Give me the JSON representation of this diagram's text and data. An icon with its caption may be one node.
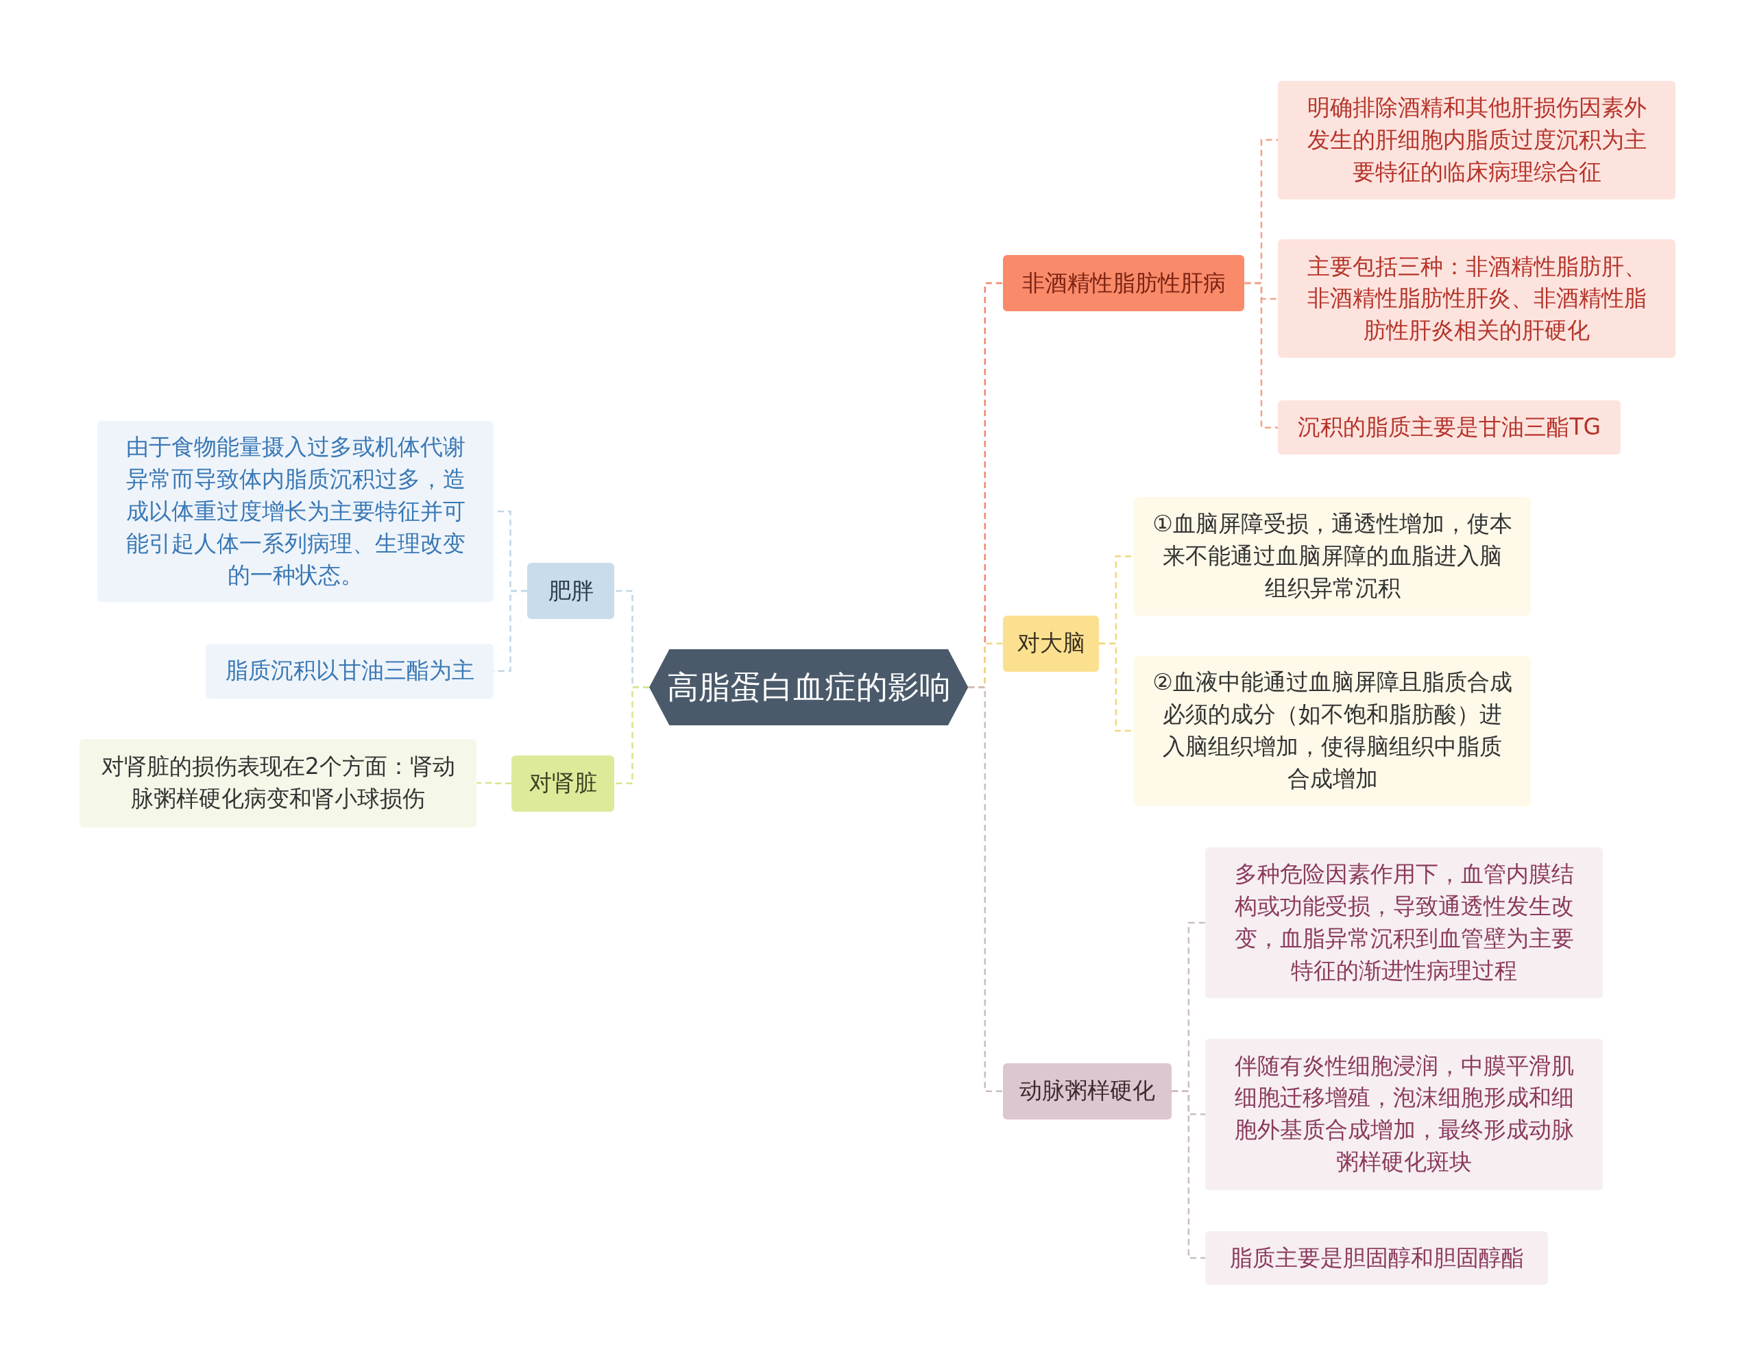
{
  "diagram": {
    "nodes": [
      {
        "text": [
          "高脂蛋白血症的影响"
        ]
      },
      {
        "text": [
          "非酒精性脂肪性肝病"
        ]
      },
      {
        "text": [
          "明确排除酒精和其他肝损伤因素外发生的肝细胞内脂质过度沉积为主要特征的临床病理综合征"
        ]
      },
      {
        "text": [
          "主要包括三种：非酒精性脂肪肝、非酒精性脂肪性肝炎、非酒精性脂肪性肝炎相关的肝硬化"
        ]
      },
      {
        "text": [
          "沉积的脂质主要是甘油三酯TG"
        ]
      },
      {
        "text": [
          "对大脑"
        ]
      },
      {
        "text": [
          "①血脑屏障受损，通透性增加，使本来不能通过血脑屏障的血脂进入脑组织异常沉积"
        ]
      },
      {
        "text": [
          "②血液中能通过血脑屏障且脂质合成必须的成分（如不饱和脂肪酸）进入脑组织增加，使得脑组织中脂质合成增加"
        ]
      },
      {
        "text": [
          "动脉粥样硬化"
        ]
      },
      {
        "text": [
          "多种危险因素作用下，血管内膜结构或功能受损，导致通透性发生改变，血脂异常沉积到血管壁为主要特征的渐进性病理过程"
        ]
      },
      {
        "text": [
          "伴随有炎性细胞浸润，中膜平滑肌细胞迁移增殖，泡沫细胞形成和细胞外基质合成增加，最终形成动脉粥样硬化斑块"
        ]
      },
      {
        "text": [
          "脂质主要是胆固醇和胆固醇酯"
        ]
      },
      {
        "text": [
          "肥胖"
        ]
      },
      {
        "text": [
          "由于食物能量摄入过多或机体代谢异常而导致体内脂质沉积过多，造成以体重过度增长为主要特征并可能引起人体一系列病理、生理改变的一种状态。"
        ]
      },
      {
        "text": [
          "脂质沉积以甘油三酯为主"
        ]
      },
      {
        "text": [
          "对肾脏"
        ]
      },
      {
        "text": [
          "对肾脏的损伤表现在2个方面：肾动脉粥样硬化病变和肾小球损伤"
        ]
      }
    ],
    "edges": [
      {
        "from": 0,
        "to": 1,
        "arrow": "none",
        "color": "#f4866a"
      },
      {
        "from": 1,
        "to": 2,
        "arrow": "none",
        "color": "#f4a08a"
      },
      {
        "from": 1,
        "to": 3,
        "arrow": "none",
        "color": "#f4a08a"
      },
      {
        "from": 1,
        "to": 4,
        "arrow": "none",
        "color": "#f4a08a"
      },
      {
        "from": 0,
        "to": 5,
        "arrow": "none",
        "color": "#f2d77a"
      },
      {
        "from": 5,
        "to": 6,
        "arrow": "none",
        "color": "#f2d77a"
      },
      {
        "from": 5,
        "to": 7,
        "arrow": "none",
        "color": "#f2d77a"
      },
      {
        "from": 0,
        "to": 8,
        "arrow": "none",
        "color": "#cdbcc4"
      },
      {
        "from": 8,
        "to": 9,
        "arrow": "none",
        "color": "#cdbcc4"
      },
      {
        "from": 8,
        "to": 10,
        "arrow": "none",
        "color": "#cdbcc4"
      },
      {
        "from": 8,
        "to": 11,
        "arrow": "none",
        "color": "#cdbcc4"
      },
      {
        "from": 0,
        "to": 12,
        "arrow": "none",
        "color": "#c0d6e6"
      },
      {
        "from": 12,
        "to": 13,
        "arrow": "none",
        "color": "#c0d6e6"
      },
      {
        "from": 12,
        "to": 14,
        "arrow": "none",
        "color": "#c0d6e6"
      },
      {
        "from": 0,
        "to": 15,
        "arrow": "none",
        "color": "#d6e68a"
      },
      {
        "from": 15,
        "to": 16,
        "arrow": "none",
        "color": "#d6e68a"
      }
    ]
  }
}
